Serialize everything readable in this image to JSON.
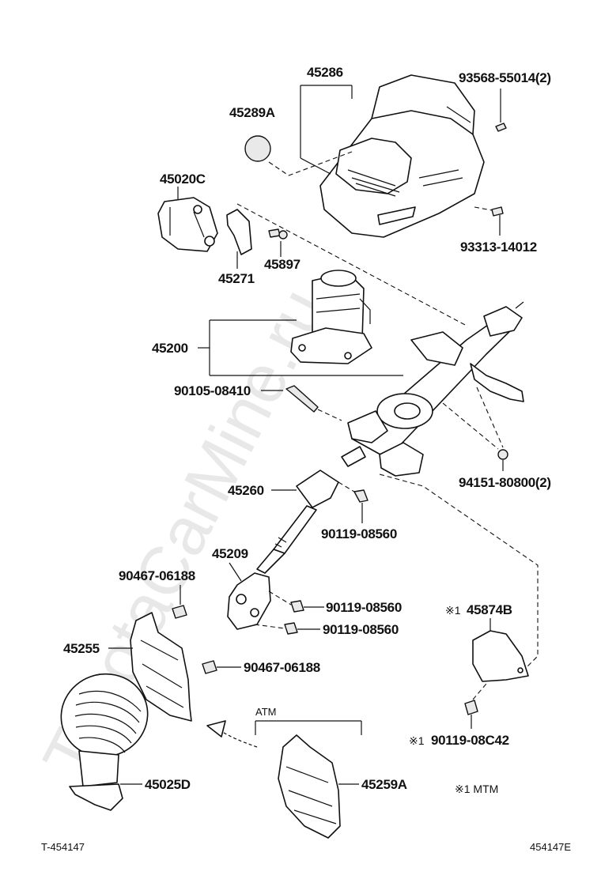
{
  "watermark": "ToyotaCarMine.ru",
  "labels": {
    "p45286": "45286",
    "p45289A": "45289A",
    "p93568": "93568-55014(2)",
    "p93313": "93313-14012",
    "p45020C": "45020C",
    "p45897": "45897",
    "p45271": "45271",
    "p45200": "45200",
    "p90105": "90105-08410",
    "p94151": "94151-80800(2)",
    "p45260": "45260",
    "p90119a": "90119-08560",
    "p45209": "45209",
    "p90467a": "90467-06188",
    "p90119b": "90119-08560",
    "p90119c": "90119-08560",
    "p45255": "45255",
    "p90467b": "90467-06188",
    "p45874B": "45874B",
    "p45874B_mark": "※1",
    "p90119d": "90119-08C42",
    "p90119d_mark": "※1",
    "atm": "ATM",
    "p45025D": "45025D",
    "p45259A": "45259A",
    "mtm_note": "※1 MTM",
    "ref_left": "T-454147",
    "ref_right": "454147E"
  }
}
